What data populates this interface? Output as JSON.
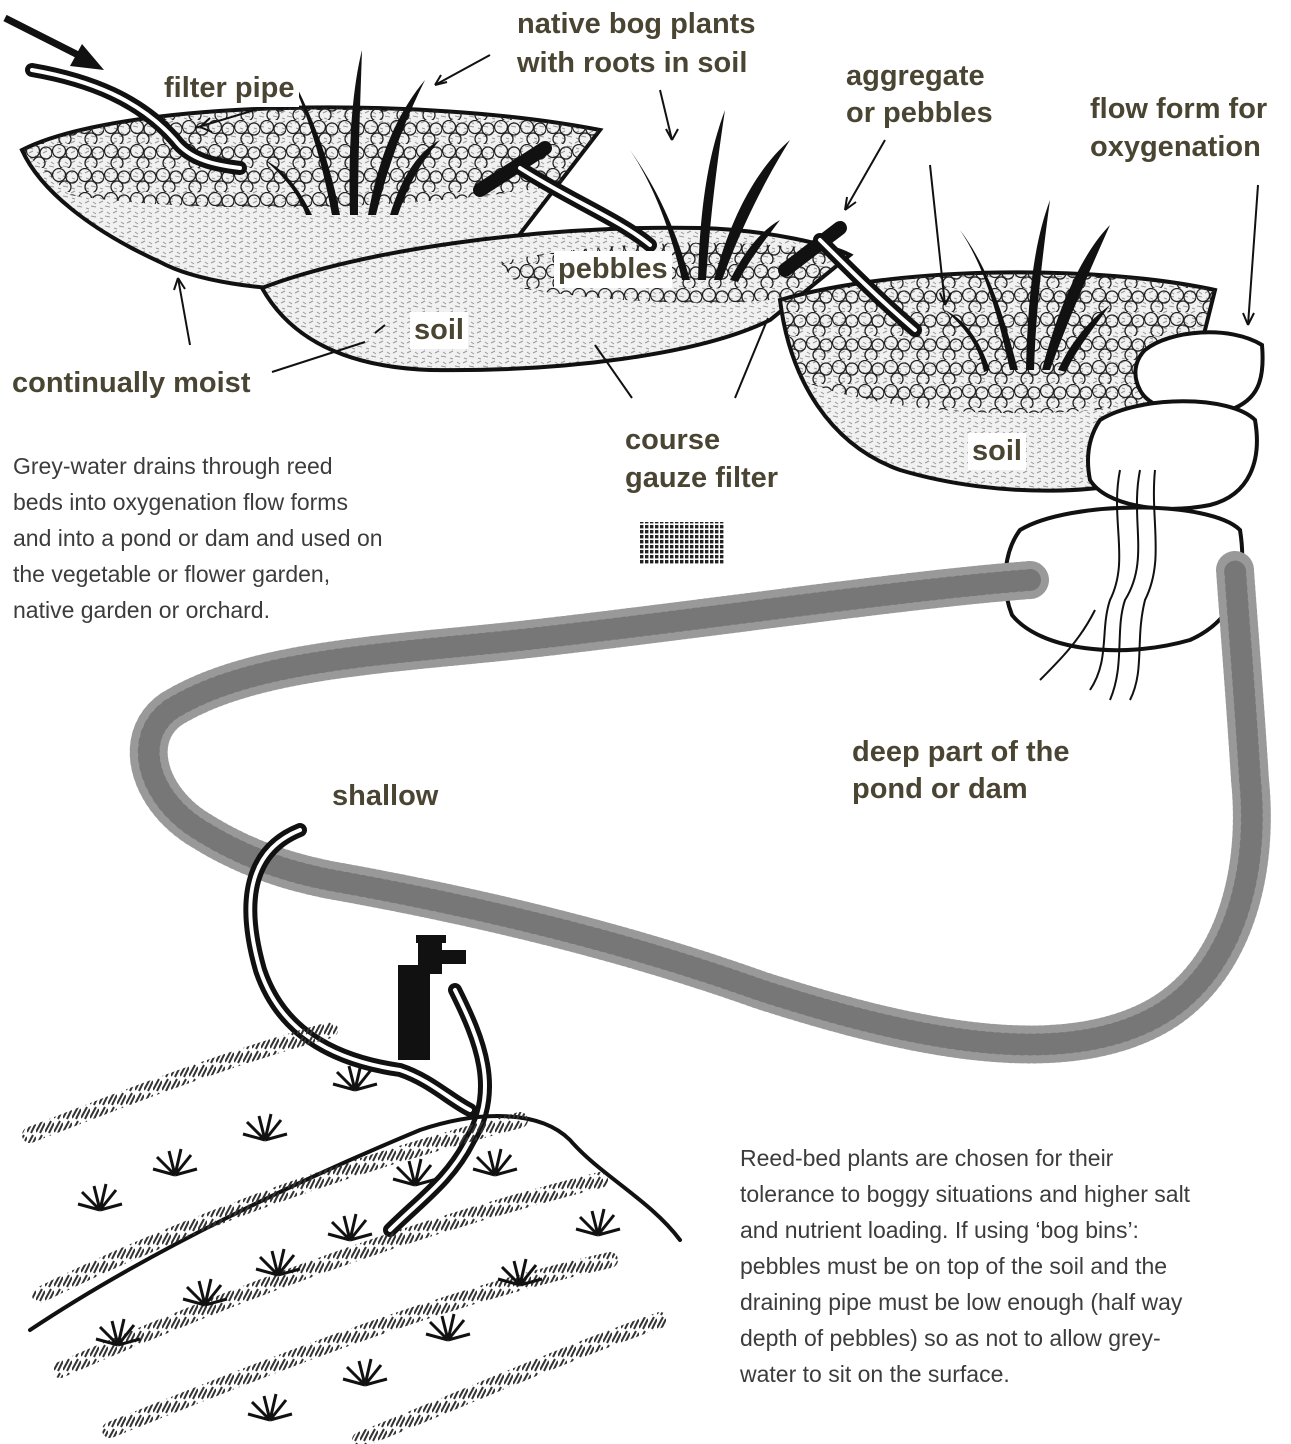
{
  "labels": {
    "filter_pipe": "filter pipe",
    "native_bog_1": "native bog plants",
    "native_bog_2": "with roots in soil",
    "aggregate_1": "aggregate",
    "aggregate_2": "or  pebbles",
    "flow_form_1": "flow form for",
    "flow_form_2": "oxygenation",
    "pebbles": "pebbles",
    "soil_mid": "soil",
    "soil_right": "soil",
    "continually_moist": "continually moist",
    "course_1": "course",
    "course_2": "gauze filter",
    "deep_1": "deep part of the",
    "deep_2": "pond or dam",
    "shallow": "shallow"
  },
  "paragraphs": {
    "greywater": [
      "Grey-water drains through reed",
      "beds into oxygenation flow forms",
      "and into a pond or dam and used on",
      "the vegetable or flower garden,",
      "native garden or orchard."
    ],
    "reedbed": [
      "Reed-bed plants are chosen for their",
      "tolerance to boggy situations and higher salt",
      "and nutrient loading. If using ‘bog bins’:",
      "pebbles must be on top of the soil and the",
      "draining pipe must be low enough (half way",
      "depth of pebbles) so as not to allow grey-",
      "water to sit on the surface."
    ]
  },
  "colors": {
    "label_text": "#4a4532",
    "body_text": "#3c3c3c",
    "ink": "#111111",
    "grass": "#8a8a8a"
  }
}
